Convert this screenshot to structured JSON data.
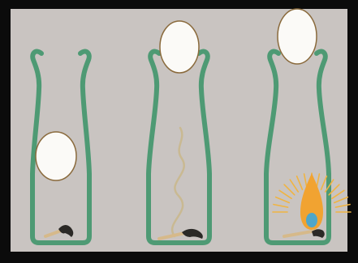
{
  "colors": {
    "frame": "#0b0b0b",
    "background": "#c9c4c1",
    "bottle_outline": "#4e9a74",
    "egg_fill": "#fbfaf7",
    "egg_outline": "#8a6a3c",
    "smoke": "#c9b78a",
    "match_stick": "#d6b98a",
    "match_head": "#2b2926",
    "flame_outer": "#f1a331",
    "flame_inner": "#4fa6c9",
    "flame_rays": "#f0b442"
  },
  "panels": [
    {
      "stage": "egg-inside",
      "egg_position": "inside-bottle",
      "contents": [
        "burnt-match"
      ]
    },
    {
      "stage": "egg-in-neck",
      "egg_position": "bottle-neck",
      "contents": [
        "smoke",
        "burnt-match"
      ]
    },
    {
      "stage": "egg-on-top",
      "egg_position": "bottle-top",
      "contents": [
        "flame",
        "burning-match"
      ]
    }
  ]
}
